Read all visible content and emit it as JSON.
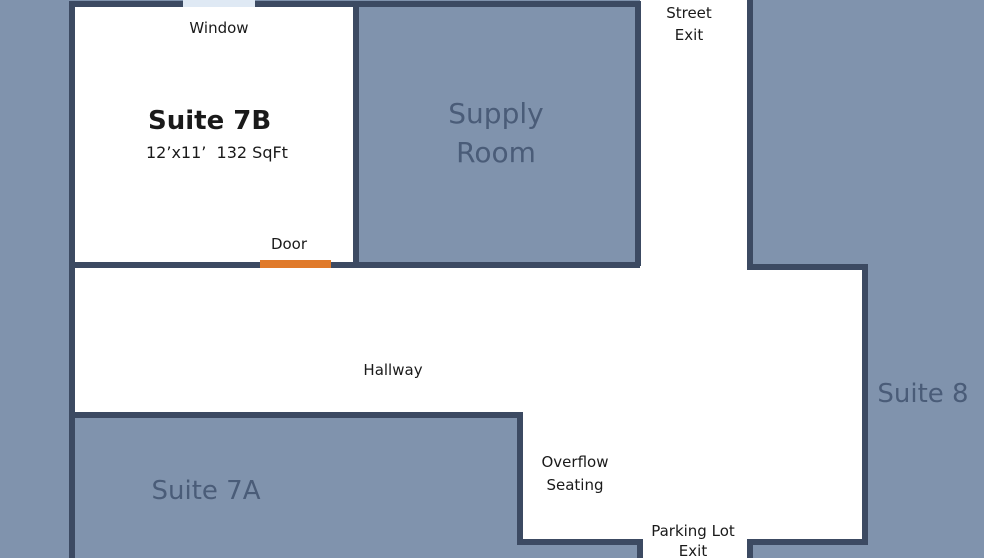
{
  "colors": {
    "background": "#8093ad",
    "floor": "#ffffff",
    "wall": "#3c4a62",
    "door": "#e07a2a",
    "window": "#dfe9f4",
    "label_dark": "#1a1a1a",
    "label_muted": "#4a5c78"
  },
  "labels": {
    "window": "Window",
    "suite_7b": "Suite 7B",
    "suite_7b_size": "12’x11’  132 SqFt",
    "door": "Door",
    "supply_room_line1": "Supply",
    "supply_room_line2": "Room",
    "street_exit_line1": "Street",
    "street_exit_line2": "Exit",
    "hallway": "Hallway",
    "overflow_line1": "Overflow",
    "overflow_line2": "Seating",
    "parking_exit_line1": "Parking Lot",
    "parking_exit_line2": "Exit",
    "suite_8": "Suite 8",
    "suite_7a": "Suite 7A"
  }
}
